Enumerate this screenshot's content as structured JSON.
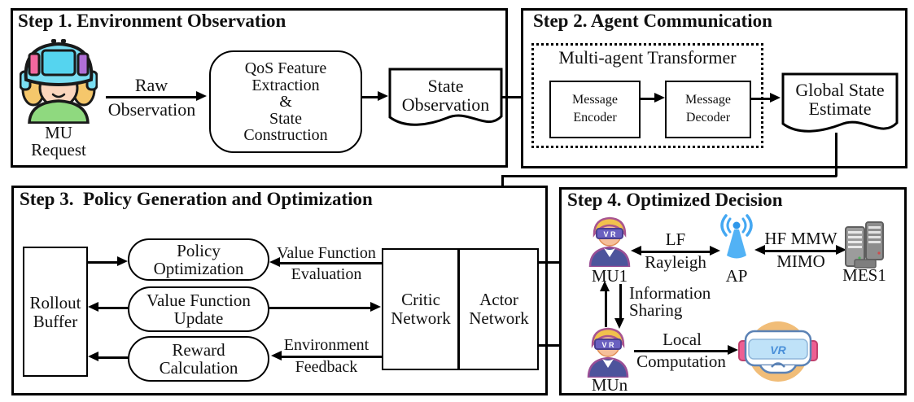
{
  "step1": {
    "title": "Step 1. Environment Observation",
    "mu_label": [
      "MU",
      "Request"
    ],
    "raw_observation": [
      "Raw",
      "Observation"
    ],
    "qos_box": [
      "QoS Feature",
      "Extraction",
      "&",
      "State",
      "Construction"
    ],
    "state_observation": [
      "State",
      "Observation"
    ]
  },
  "step2": {
    "title": "Step 2. Agent Communication",
    "transformer_label": "Multi-agent Transformer",
    "message_encoder": [
      "Message",
      "Encoder"
    ],
    "message_decoder": [
      "Message",
      "Decoder"
    ],
    "global_state_estimate": [
      "Global State",
      "Estimate"
    ]
  },
  "step3": {
    "title": "Step 3.  Policy Generation and Optimization",
    "rollout_buffer": [
      "Rollout",
      "Buffer"
    ],
    "policy_optimization": [
      "Policy",
      "Optimization"
    ],
    "value_function_update": [
      "Value Function",
      "Update"
    ],
    "reward_calculation": [
      "Reward",
      "Calculation"
    ],
    "value_function_evaluation": [
      "Value Function",
      "Evaluation"
    ],
    "environment_feedback": [
      "Environment",
      "Feedback"
    ],
    "critic_network": [
      "Critic",
      "Network"
    ],
    "actor_network": [
      "Actor",
      "Network"
    ]
  },
  "step4": {
    "title": "Step 4. Optimized Decision",
    "mu1_label": "MU1",
    "ap_label": "AP",
    "mes1_label": "MES1",
    "mun_label": "MUn",
    "lf_rayleigh": [
      "LF",
      "Rayleigh"
    ],
    "hf_mmw_mimo": [
      "HF MMW",
      "MIMO"
    ],
    "information_sharing": [
      "Information",
      "Sharing"
    ],
    "local_computation": [
      "Local",
      "Computation"
    ],
    "goggle_text": "V R",
    "vr_logo": "VR"
  },
  "colors": {
    "line": "#000000",
    "headset_cyan": "#7adef2",
    "panel_pink": "#f2679f",
    "panel_purple": "#b06fd6",
    "shirt_green": "#8fd97f",
    "hair_gold": "#f1c14d",
    "body_indigo": "#4d549c",
    "ap_blue": "#45a8f2",
    "server_gray": "#9c9c9c",
    "vr_orange": "#f1bd78",
    "strap_pink": "#ee5f92",
    "vr_logo_blue": "#4a90d9"
  }
}
